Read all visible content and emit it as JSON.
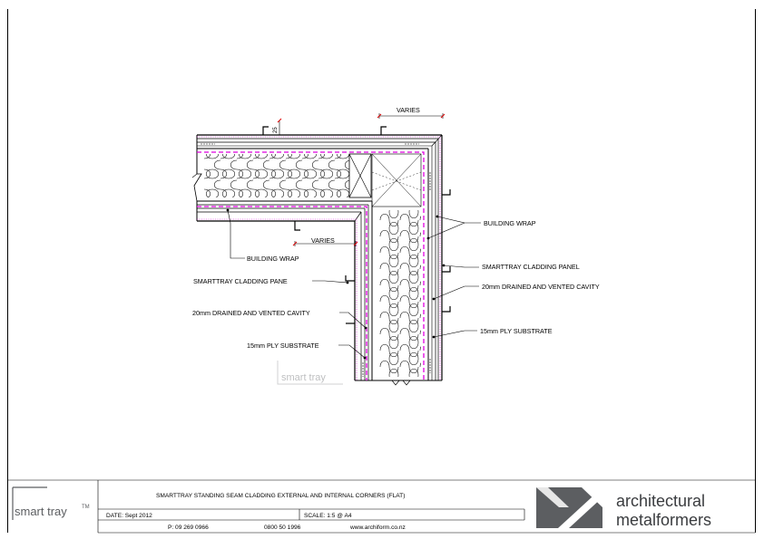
{
  "drawing": {
    "labels": {
      "varies_top": "VARIES",
      "varies_inner": "VARIES",
      "dim_25": "25",
      "building_wrap_right": "BUILDING WRAP",
      "building_wrap_left": "BUILDING WRAP",
      "cladding_panel_right": "SMARTTRAY CLADDING PANEL",
      "cladding_panel_left": "SMARTTRAY CLADDING PANE",
      "cavity_right": "20mm DRAINED AND VENTED CAVITY",
      "cavity_left": "20mm DRAINED AND VENTED CAVITY",
      "substrate_right": "15mm PLY SUBSTRATE",
      "substrate_left": "15mm PLY SUBSTRATE",
      "watermark": "smart tray"
    }
  },
  "title_block": {
    "logo_text": "smart tray",
    "logo_tm": "TM",
    "title": "SMARTTRAY STANDING SEAM CLADDING EXTERNAL AND INTERNAL CORNERS (FLAT)",
    "date": "DATE: Sept 2012",
    "scale": "SCALE: 1:5 @ A4",
    "phone": "P: 09 269 0966",
    "freephone": "0800 50 1996",
    "website": "www.archiform.co.nz",
    "company_line1": "architectural",
    "company_line2": "metalformers"
  },
  "colors": {
    "membrane": "#e100e1",
    "logo_grey": "#5c5e61",
    "line": "#000000"
  }
}
